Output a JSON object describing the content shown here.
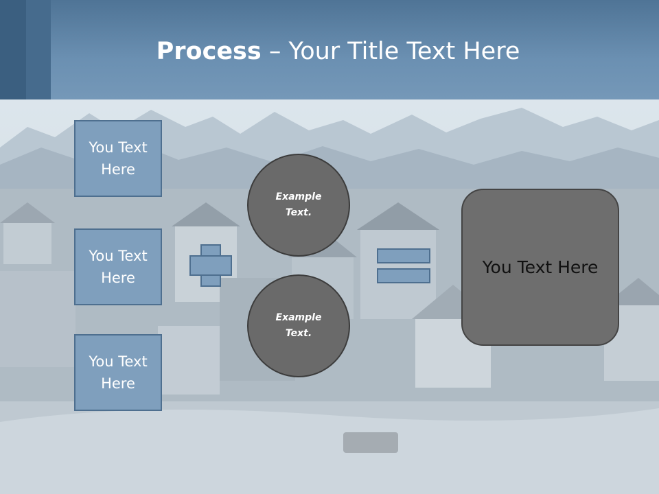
{
  "slide": {
    "title_bold": "Process",
    "title_rest": " – Your Title Text Here"
  },
  "left_boxes": [
    {
      "label": "You Text Here"
    },
    {
      "label": "You Text Here"
    },
    {
      "label": "You Text Here"
    }
  ],
  "circles": [
    {
      "label": "Example Text."
    },
    {
      "label": "Example Text."
    }
  ],
  "result": {
    "label": "You Text Here"
  },
  "colors": {
    "header": "#6b90b2",
    "box_fill": "#7f9fbd",
    "box_border": "#4e6f8f",
    "circle_fill": "#6a6a6a",
    "result_fill": "#6e6e6e"
  }
}
